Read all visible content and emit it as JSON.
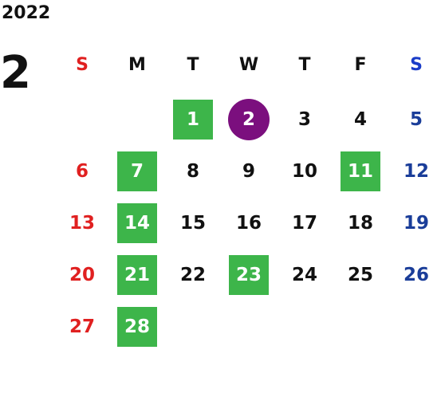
{
  "year": "2022",
  "month": "2",
  "weekdays": [
    "S",
    "M",
    "T",
    "W",
    "T",
    "F",
    "S"
  ],
  "colors": {
    "sunday": "#e02020",
    "saturday": "#1a3d99",
    "holiday_bg": "#3db54a",
    "today_bg": "#7b0f7e"
  },
  "first_weekday_index": 2,
  "days": [
    "1",
    "2",
    "3",
    "4",
    "5",
    "6",
    "7",
    "8",
    "9",
    "10",
    "11",
    "12",
    "13",
    "14",
    "15",
    "16",
    "17",
    "18",
    "19",
    "20",
    "21",
    "22",
    "23",
    "24",
    "25",
    "26",
    "27",
    "28"
  ],
  "highlighted_days": [
    "1",
    "7",
    "11",
    "14",
    "21",
    "23",
    "28"
  ],
  "today": "2"
}
